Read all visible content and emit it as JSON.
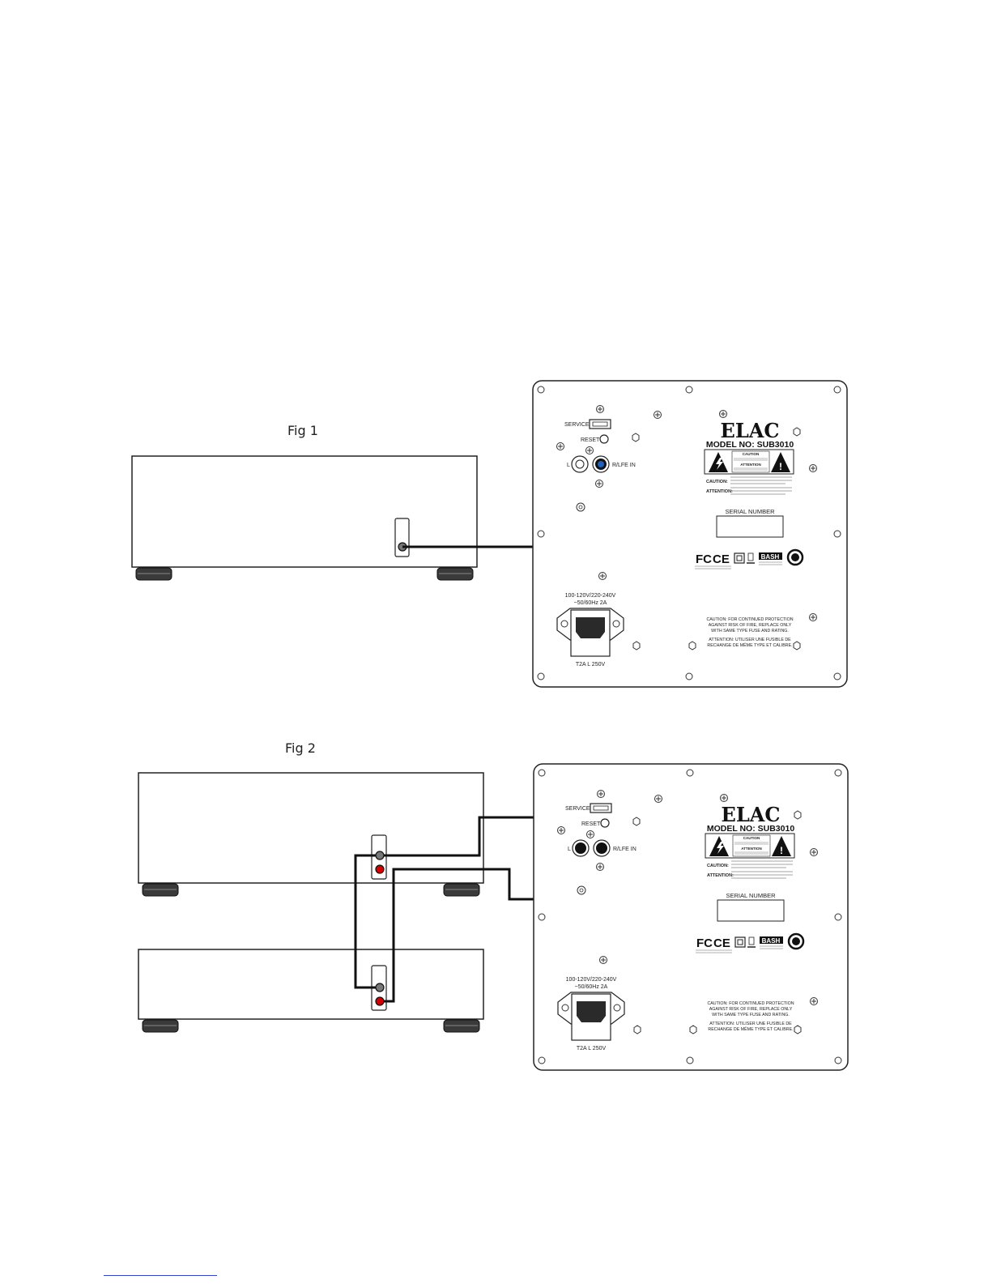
{
  "figures": [
    {
      "id": "fig1",
      "title": "Fig 1"
    },
    {
      "id": "fig2",
      "title": "Fig 2"
    }
  ],
  "panel": {
    "brand": "ELAC",
    "model": "MODEL NO: SUB3010",
    "service": "SERVICE",
    "reset": "RESET",
    "left_input": "L",
    "right_input": "R/LFE IN",
    "caution_header": "CAUTION",
    "attention_header": "ATTENTION",
    "caution_label": "CAUTION:",
    "attention_label": "ATTENTION:",
    "serial": "SERIAL NUMBER",
    "voltage": "100-120V/220-240V",
    "frequency": "~50/60Hz 2A",
    "fuse": "T2A L 250V",
    "bash": "BASH",
    "fcc": "FC",
    "ce": "CE",
    "fire_caution": [
      "CAUTION: FOR CONTINUED PROTECTION",
      "AGAINST RISK OF FIRE, REPLACE ONLY",
      "WITH SAME TYPE FUSE AND RATING."
    ],
    "fire_attention": [
      "ATTENTION: UTILISER UNE FUSIBLE DE",
      "RECHANGE DE MÊME TYPE ET CALIBRE."
    ]
  },
  "colors": {
    "red_jack": "#d40000",
    "blue_jack": "#1f5fc0",
    "link": "#3344cc"
  }
}
